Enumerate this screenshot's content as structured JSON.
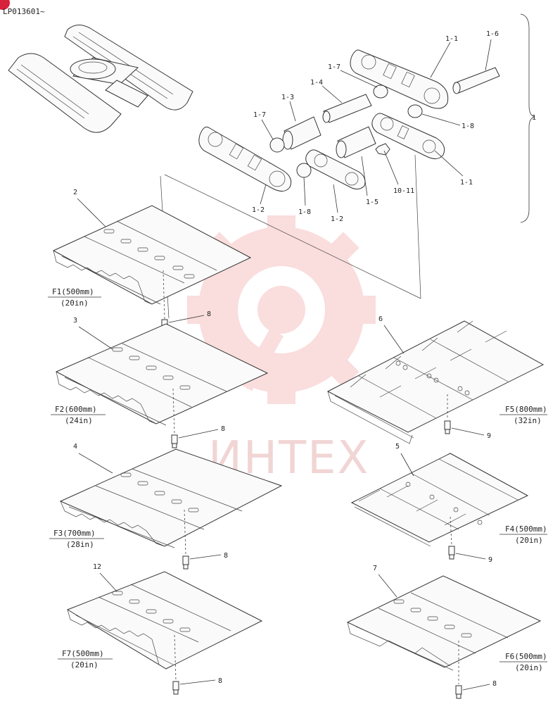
{
  "header": {
    "serial": "LP013601~"
  },
  "watermark": {
    "text": "ИНТЕХ",
    "color": "#e6b4b4"
  },
  "labels": {
    "assembly_1": "1",
    "link_1_1a": "1-1",
    "link_1_1b": "1-1",
    "pin_1_6": "1-6",
    "seal_1_7a": "1-7",
    "seal_1_7b": "1-7",
    "pin_1_4": "1-4",
    "bush_1_3": "1-3",
    "seal_1_8a": "1-8",
    "seal_1_8b": "1-8",
    "link_1_2a": "1-2",
    "link_1_2b": "1-2",
    "bush_1_5": "1-5",
    "bolt_10_11": "10-11",
    "shoe_2": "2",
    "shoe_3": "3",
    "shoe_4": "4",
    "shoe_12": "12",
    "shoe_6": "6",
    "shoe_5": "5",
    "shoe_7": "7",
    "bolt_8a": "8",
    "bolt_8b": "8",
    "bolt_8c": "8",
    "bolt_8d": "8",
    "bolt_8e": "8",
    "bolt_9a": "9",
    "bolt_9b": "9"
  },
  "captions": {
    "f1_line1": "F1(500mm)",
    "f1_line2": "(20in)",
    "f2_line1": "F2(600mm)",
    "f2_line2": "(24in)",
    "f3_line1": "F3(700mm)",
    "f3_line2": "(28in)",
    "f7_line1": "F7(500mm)",
    "f7_line2": "(20in)",
    "f5_line1": "F5(800mm)",
    "f5_line2": "(32in)",
    "f4_line1": "F4(500mm)",
    "f4_line2": "(20in)",
    "f6_line1": "F6(500mm)",
    "f6_line2": "(20in)"
  }
}
